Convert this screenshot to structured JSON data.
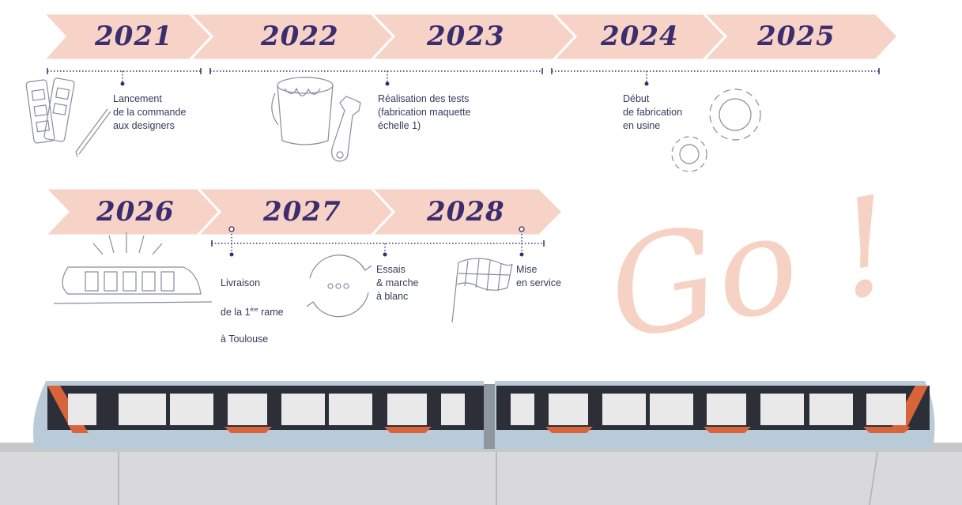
{
  "timeline": {
    "row1": [
      {
        "year": "2021"
      },
      {
        "year": "2022"
      },
      {
        "year": "2023"
      },
      {
        "year": "2024"
      },
      {
        "year": "2025"
      }
    ],
    "row2": [
      {
        "year": "2026"
      },
      {
        "year": "2027"
      },
      {
        "year": "2028"
      }
    ]
  },
  "milestones": {
    "designers": "Lancement\nde la commande\naux designers",
    "tests": "Réalisation des tests\n(fabrication maquette\néchelle 1)",
    "fabrication": "Début\nde fabrication\nen usine",
    "livraison_1": "Livraison",
    "livraison_2a": "de la 1",
    "livraison_2sup": "ère",
    "livraison_2b": " rame",
    "livraison_3": "à Toulouse",
    "essais": "Essais\n& marche\nà blanc",
    "mise": "Mise\nen service"
  },
  "decoration": {
    "go_text": "Go !",
    "colors": {
      "banner": "#f7d2c6",
      "ink": "#3b2d6e",
      "accent": "#d7643a",
      "go": "#f2c3b0"
    },
    "icons": [
      "color-swatch-icon",
      "paint-bucket-icon",
      "wrench-icon",
      "gears-icon",
      "tram-sketch-icon",
      "cycle-arrows-icon",
      "checkered-flag-icon"
    ]
  }
}
